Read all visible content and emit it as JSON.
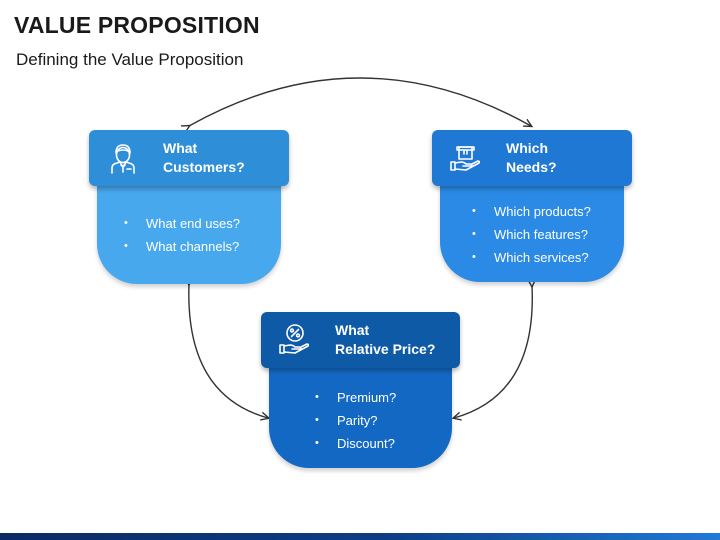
{
  "title": "VALUE PROPOSITION",
  "subtitle": "Defining the Value Proposition",
  "cards": [
    {
      "icon": "customer-icon",
      "heading": [
        "What",
        "Customers?"
      ],
      "items": [
        "What end uses?",
        "What channels?"
      ],
      "header_color": "#2f8ed8",
      "body_color": "#48a8ee"
    },
    {
      "icon": "box-in-hand-icon",
      "heading": [
        "Which",
        "Needs?"
      ],
      "items": [
        "Which products?",
        "Which features?",
        "Which services?"
      ],
      "header_color": "#1f78d4",
      "body_color": "#2a8ae6"
    },
    {
      "icon": "percent-in-hand-icon",
      "heading": [
        "What",
        "Relative Price?"
      ],
      "items": [
        "Premium?",
        "Parity?",
        "Discount?"
      ],
      "header_color": "#0f5aa6",
      "body_color": "#1368c4"
    }
  ],
  "bullet": "•"
}
